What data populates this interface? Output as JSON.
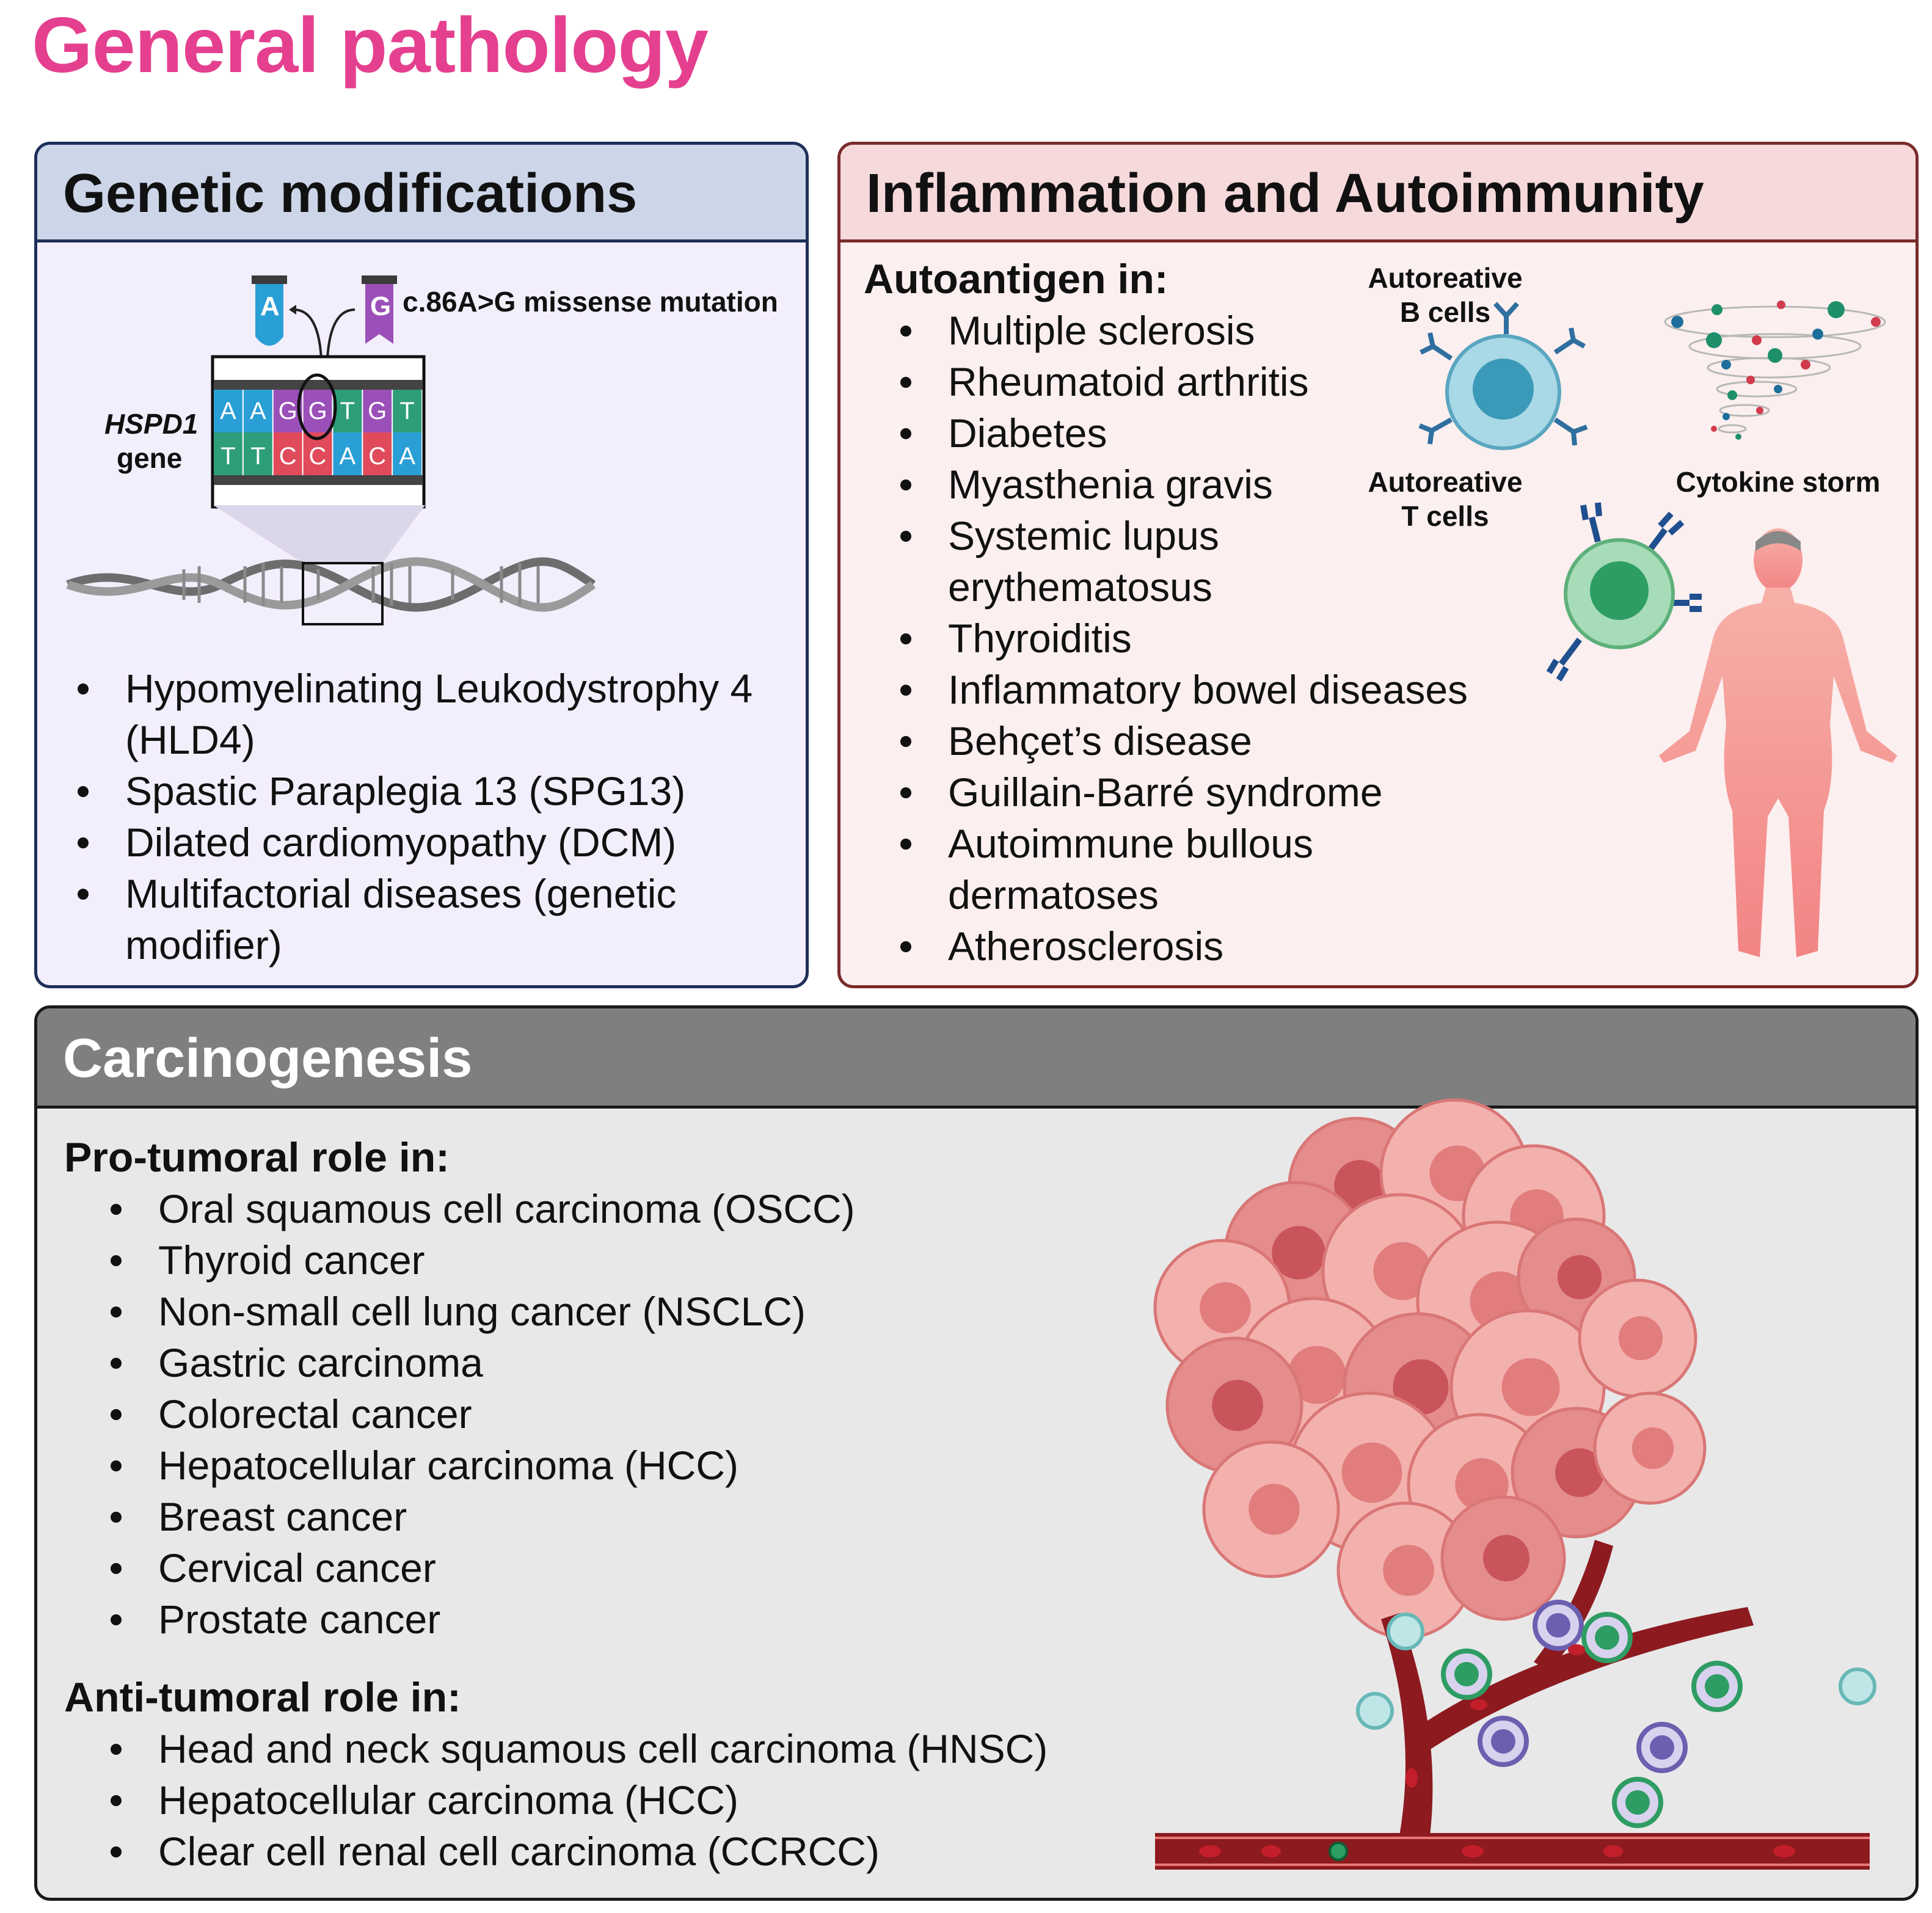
{
  "title": "General pathology",
  "genetic": {
    "heading": "Genetic modifications",
    "mutation_label": "c.86A>G missense mutation",
    "tube_a": "A",
    "tube_g": "G",
    "gene_name": "HSPD1",
    "gene_word": "gene",
    "top_strand": [
      "A",
      "A",
      "G",
      "G",
      "T",
      "G",
      "T"
    ],
    "bottom_strand": [
      "T",
      "T",
      "C",
      "C",
      "A",
      "C",
      "A"
    ],
    "diseases": [
      "Hypomyelinating Leukodystrophy 4 (HLD4)",
      "Spastic Paraplegia 13 (SPG13)",
      "Dilated cardiomyopathy (DCM)",
      "Multifactorial diseases (genetic modifier)"
    ]
  },
  "inflammation": {
    "heading": "Inflammation and Autoimmunity",
    "subheading": "Autoantigen in:",
    "diseases": [
      "Multiple sclerosis",
      "Rheumatoid arthritis",
      "Diabetes",
      "Myasthenia gravis",
      "Systemic lupus erythematosus",
      "Thyroiditis",
      "Inflammatory bowel diseases",
      "Behçet’s disease",
      "Guillain-Barré syndrome",
      "Autoimmune bullous dermatoses",
      "Atherosclerosis"
    ],
    "b_cells_line1": "Autoreative",
    "b_cells_line2": "B cells",
    "t_cells_line1": "Autoreative",
    "t_cells_line2": "T cells",
    "cytokine_label": "Cytokine storm"
  },
  "carcinogenesis": {
    "heading": "Carcinogenesis",
    "pro_heading": "Pro-tumoral role in:",
    "pro_list": [
      "Oral squamous cell carcinoma (OSCC)",
      "Thyroid cancer",
      " Non-small cell lung cancer (NSCLC)",
      "Gastric carcinoma",
      "Colorectal cancer",
      "Hepatocellular carcinoma (HCC)",
      "Breast cancer",
      "Cervical cancer",
      "Prostate cancer"
    ],
    "anti_heading": "Anti-tumoral role in:",
    "anti_list": [
      "Head and neck squamous cell carcinoma (HNSC)",
      "Hepatocellular carcinoma (HCC)",
      "Clear cell renal cell carcinoma (CCRCC)"
    ]
  },
  "colors": {
    "title": "#e5408f",
    "genetic_bg": "#f3eefc",
    "genetic_header": "#ccd6e8",
    "inflam_bg": "#fcefef",
    "inflam_header": "#f6d9da",
    "carc_bg": "#e8e8e8",
    "carc_header": "#7f7f7f"
  }
}
